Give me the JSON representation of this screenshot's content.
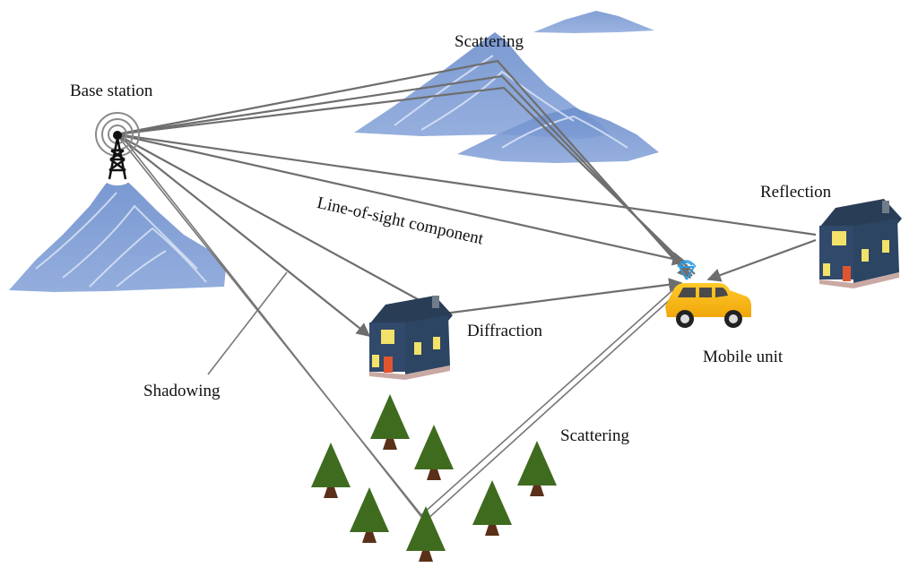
{
  "diagram": {
    "title": "Multipath radio propagation between base station and mobile unit",
    "labels": {
      "base_station": "Base station",
      "scattering_mountain": "Scattering",
      "reflection": "Reflection",
      "line_of_sight": "Line-of-sight component",
      "diffraction": "Diffraction",
      "mobile_unit": "Mobile unit",
      "shadowing": "Shadowing",
      "scattering_trees": "Scattering"
    },
    "nodes": [
      {
        "id": "base-station",
        "kind": "transmitter-tower"
      },
      {
        "id": "mountain-left",
        "kind": "mountain",
        "supports": "base-station"
      },
      {
        "id": "mountain-range-top",
        "kind": "mountain",
        "role": "scatterer"
      },
      {
        "id": "house-reflection",
        "kind": "house",
        "role": "reflector"
      },
      {
        "id": "house-diffraction",
        "kind": "house",
        "role": "diffractor"
      },
      {
        "id": "mobile-unit",
        "kind": "car-with-antenna",
        "role": "receiver"
      },
      {
        "id": "trees",
        "kind": "forest",
        "count": 7,
        "role": "scatterer"
      }
    ],
    "paths": [
      {
        "from": "base-station",
        "via": "mountain-range-top",
        "to": "mobile-unit",
        "type": "scattering",
        "count": 3
      },
      {
        "from": "base-station",
        "to": "mobile-unit",
        "type": "line-of-sight",
        "count": 1
      },
      {
        "from": "base-station",
        "via": "house-reflection",
        "to": "mobile-unit",
        "type": "reflection",
        "count": 1
      },
      {
        "from": "base-station",
        "via": "house-diffraction",
        "to": "mobile-unit",
        "type": "diffraction",
        "count": 1
      },
      {
        "from": "base-station",
        "to": "house-diffraction",
        "type": "blocked",
        "count": 1
      },
      {
        "from": "base-station",
        "via": "trees",
        "to": "mobile-unit",
        "type": "scattering",
        "count": 2
      }
    ],
    "colors": {
      "ray": "#6e6e6e",
      "mountain": "#5b7fc0",
      "mountain_light": "#a9bde3",
      "house_wall": "#2f4560",
      "house_roof": "#2a3d57",
      "window": "#f2e26a",
      "door": "#e0552f",
      "car": "#f5b716",
      "antenna": "#2a9be0",
      "tree": "#3f6b1f",
      "trunk": "#5a3018"
    }
  }
}
